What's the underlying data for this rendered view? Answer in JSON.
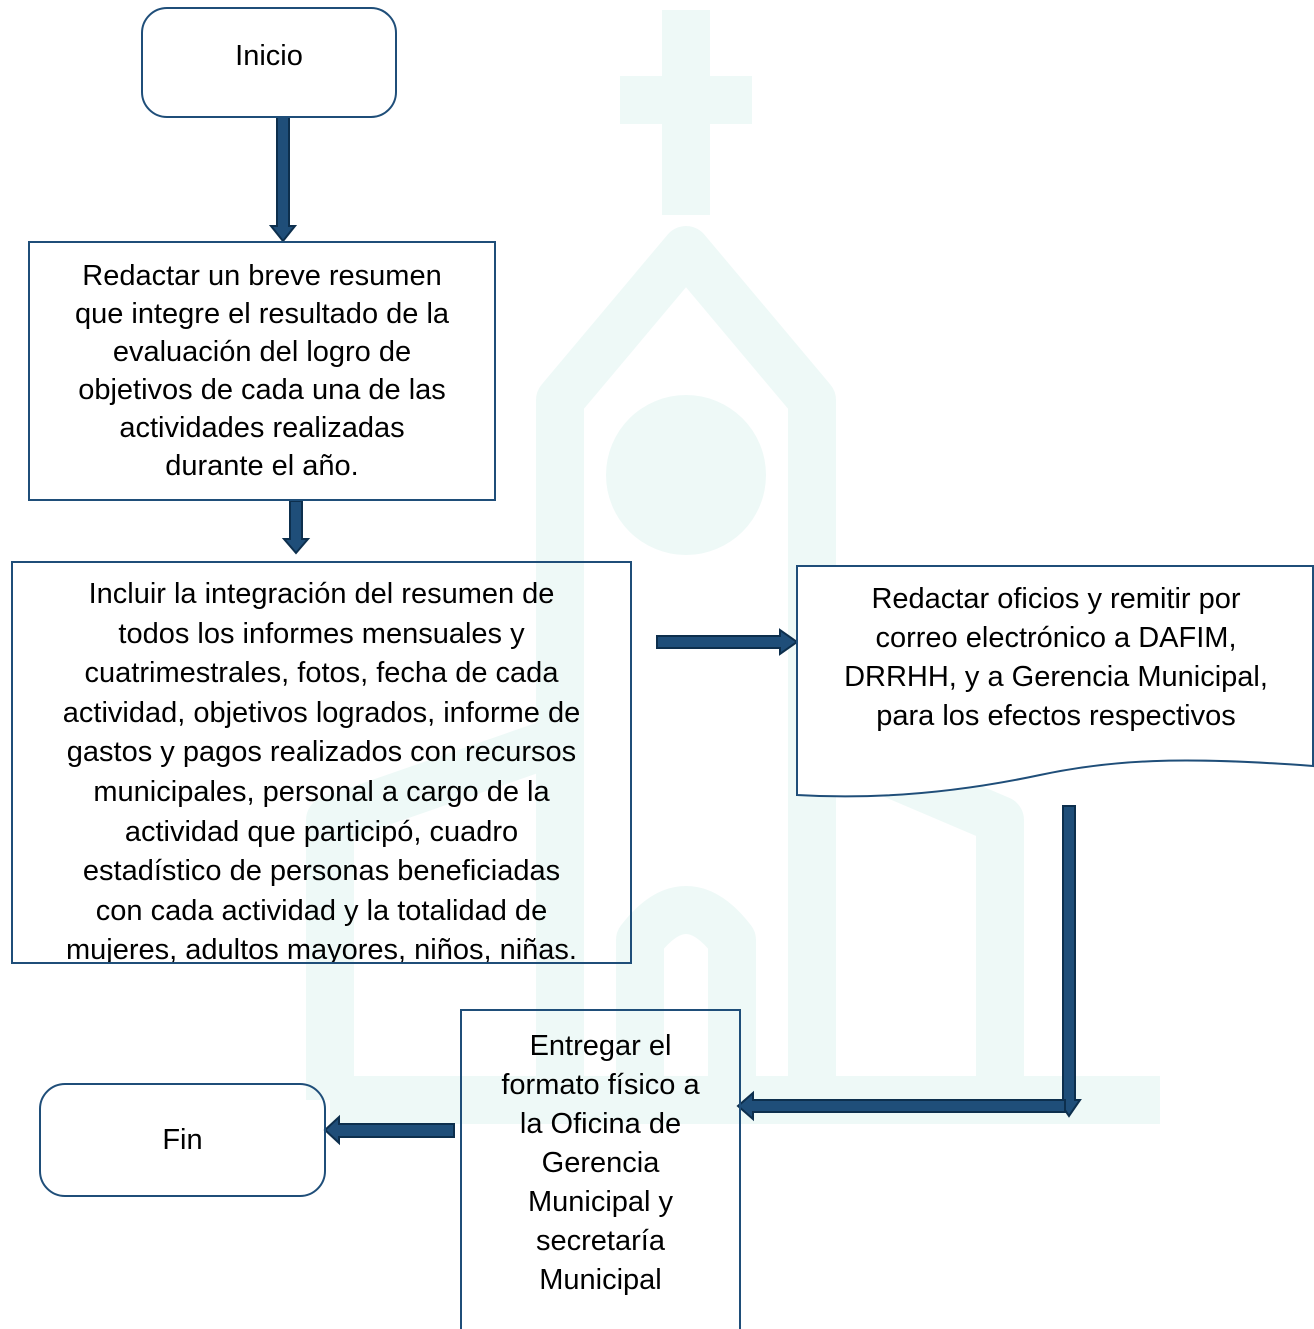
{
  "colors": {
    "node_border": "#1f4e79",
    "arrow_fill": "#1f4e79",
    "arrow_outline": "#0d2f4d",
    "watermark": "#eef9f7"
  },
  "watermark": {
    "icon": "church-icon"
  },
  "nodes": {
    "start": {
      "text": "Inicio",
      "shape": "rounded-rectangle"
    },
    "summary": {
      "text": "Redactar un breve resumen\nque integre el resultado de la\nevaluación del logro de\nobjetivos de cada una de las\nactividades realizadas\ndurante el año.",
      "shape": "rectangle"
    },
    "integration": {
      "text": "Incluir la integración del resumen de\ntodos los informes mensuales y\ncuatrimestrales, fotos, fecha de cada\nactividad, objetivos logrados, informe de\ngastos y pagos realizados con recursos\nmunicipales, personal a cargo de la\nactividad que participó, cuadro\nestadístico de personas beneficiadas\ncon cada actividad y la totalidad de\nmujeres, adultos mayores, niños, niñas.",
      "shape": "rectangle"
    },
    "send_documents": {
      "text": "Redactar oficios y remitir por\ncorreo electrónico a DAFIM,\nDRRHH, y a Gerencia Municipal,\npara los efectos respectivos",
      "shape": "document"
    },
    "deliver": {
      "text": "Entregar el\nformato físico a\nla Oficina de\nGerencia\nMunicipal y\nsecretaría\nMunicipal",
      "shape": "rectangle"
    },
    "end": {
      "text": "Fin",
      "shape": "rounded-rectangle"
    }
  }
}
